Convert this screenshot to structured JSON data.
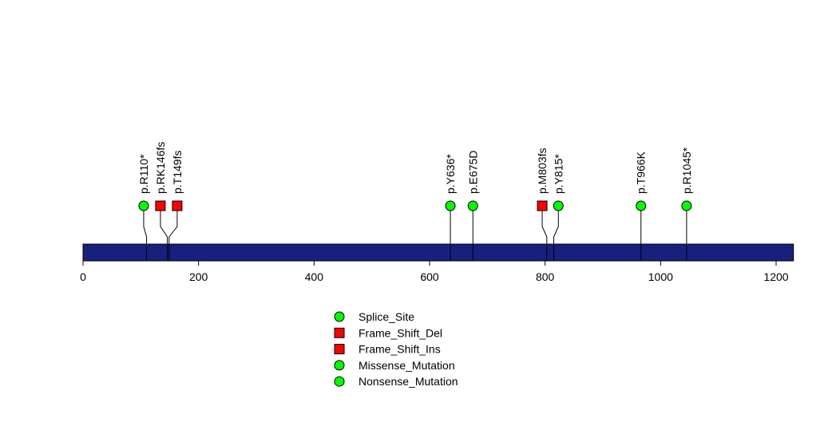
{
  "chart_data": {
    "type": "lollipop",
    "title": "",
    "xlim": [
      0,
      1230
    ],
    "protein_length": 1230,
    "x_ticks": [
      0,
      200,
      400,
      600,
      800,
      1000,
      1200
    ],
    "bar_color": "#18207E",
    "mutations": [
      {
        "label": "p.R110*",
        "position": 110,
        "head_position": 105,
        "type": "Nonsense_Mutation"
      },
      {
        "label": "p.RK146fs",
        "position": 146,
        "head_position": 134,
        "type": "Frame_Shift_Del"
      },
      {
        "label": "p.T149fs",
        "position": 149,
        "head_position": 163,
        "type": "Frame_Shift_Ins"
      },
      {
        "label": "p.Y636*",
        "position": 636,
        "head_position": 636,
        "type": "Nonsense_Mutation"
      },
      {
        "label": "p.E675D",
        "position": 675,
        "head_position": 675,
        "type": "Missense_Mutation"
      },
      {
        "label": "p.M803fs",
        "position": 803,
        "head_position": 795,
        "type": "Frame_Shift_Del"
      },
      {
        "label": "p.Y815*",
        "position": 815,
        "head_position": 823,
        "type": "Nonsense_Mutation"
      },
      {
        "label": "p.T966K",
        "position": 966,
        "head_position": 966,
        "type": "Missense_Mutation"
      },
      {
        "label": "p.R1045*",
        "position": 1045,
        "head_position": 1045,
        "type": "Nonsense_Mutation"
      }
    ],
    "legend": {
      "placement": "bottom-center",
      "entries": [
        {
          "label": "Splice_Site",
          "shape": "circle",
          "color": "#00FF00"
        },
        {
          "label": "Frame_Shift_Del",
          "shape": "square",
          "color": "#FF0000"
        },
        {
          "label": "Frame_Shift_Ins",
          "shape": "square",
          "color": "#FF0000"
        },
        {
          "label": "Missense_Mutation",
          "shape": "circle",
          "color": "#00FF00"
        },
        {
          "label": "Nonsense_Mutation",
          "shape": "circle",
          "color": "#00FF00"
        }
      ]
    },
    "type_styles": {
      "Splice_Site": {
        "shape": "circle",
        "color": "#00FF00"
      },
      "Frame_Shift_Del": {
        "shape": "square",
        "color": "#FF0000"
      },
      "Frame_Shift_Ins": {
        "shape": "square",
        "color": "#FF0000"
      },
      "Missense_Mutation": {
        "shape": "circle",
        "color": "#00FF00"
      },
      "Nonsense_Mutation": {
        "shape": "circle",
        "color": "#00FF00"
      }
    }
  }
}
